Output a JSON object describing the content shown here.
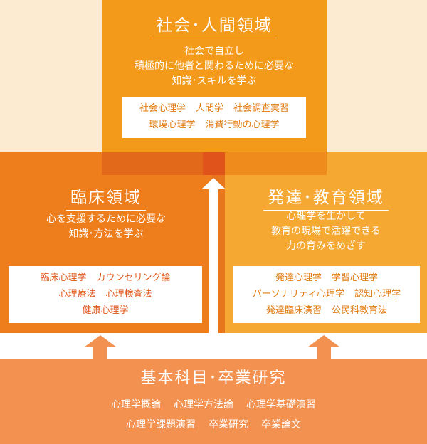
{
  "social": {
    "title": "社会･人間領域",
    "desc": [
      "社会で自立し",
      "積極的に他者と関わるために必要な",
      "知識･スキルを学ぶ"
    ],
    "subjects": [
      [
        "社会心理学",
        "人間学",
        "社会調査実習"
      ],
      [
        "環境心理学",
        "消費行動の心理学"
      ]
    ],
    "color": "#f39a1a"
  },
  "clinical": {
    "title": "臨床領域",
    "desc": [
      "心を支援するために必要な",
      "知識･方法を学ぶ"
    ],
    "subjects": [
      [
        "臨床心理学",
        "カウンセリング論"
      ],
      [
        "心理療法",
        "心理検査法"
      ],
      [
        "健康心理学"
      ]
    ],
    "color": "#ee7d1c"
  },
  "development": {
    "title": "発達･教育領域",
    "desc": [
      "心理学を生かして",
      "教育の現場で活躍できる",
      "力の育みをめざす"
    ],
    "subjects": [
      [
        "発達心理学",
        "学習心理学"
      ],
      [
        "パーソナリティ心理学",
        "認知心理学"
      ],
      [
        "発達臨床演習",
        "公民科教育法"
      ]
    ],
    "color": "#f5a832"
  },
  "basic": {
    "title": "基本科目･卒業研究",
    "subjects": [
      [
        "心理学概論",
        "心理学方法論",
        "心理学基礎演習"
      ],
      [
        "心理学課題演習",
        "卒業研究",
        "卒業論文"
      ]
    ],
    "color": "#f29150"
  }
}
